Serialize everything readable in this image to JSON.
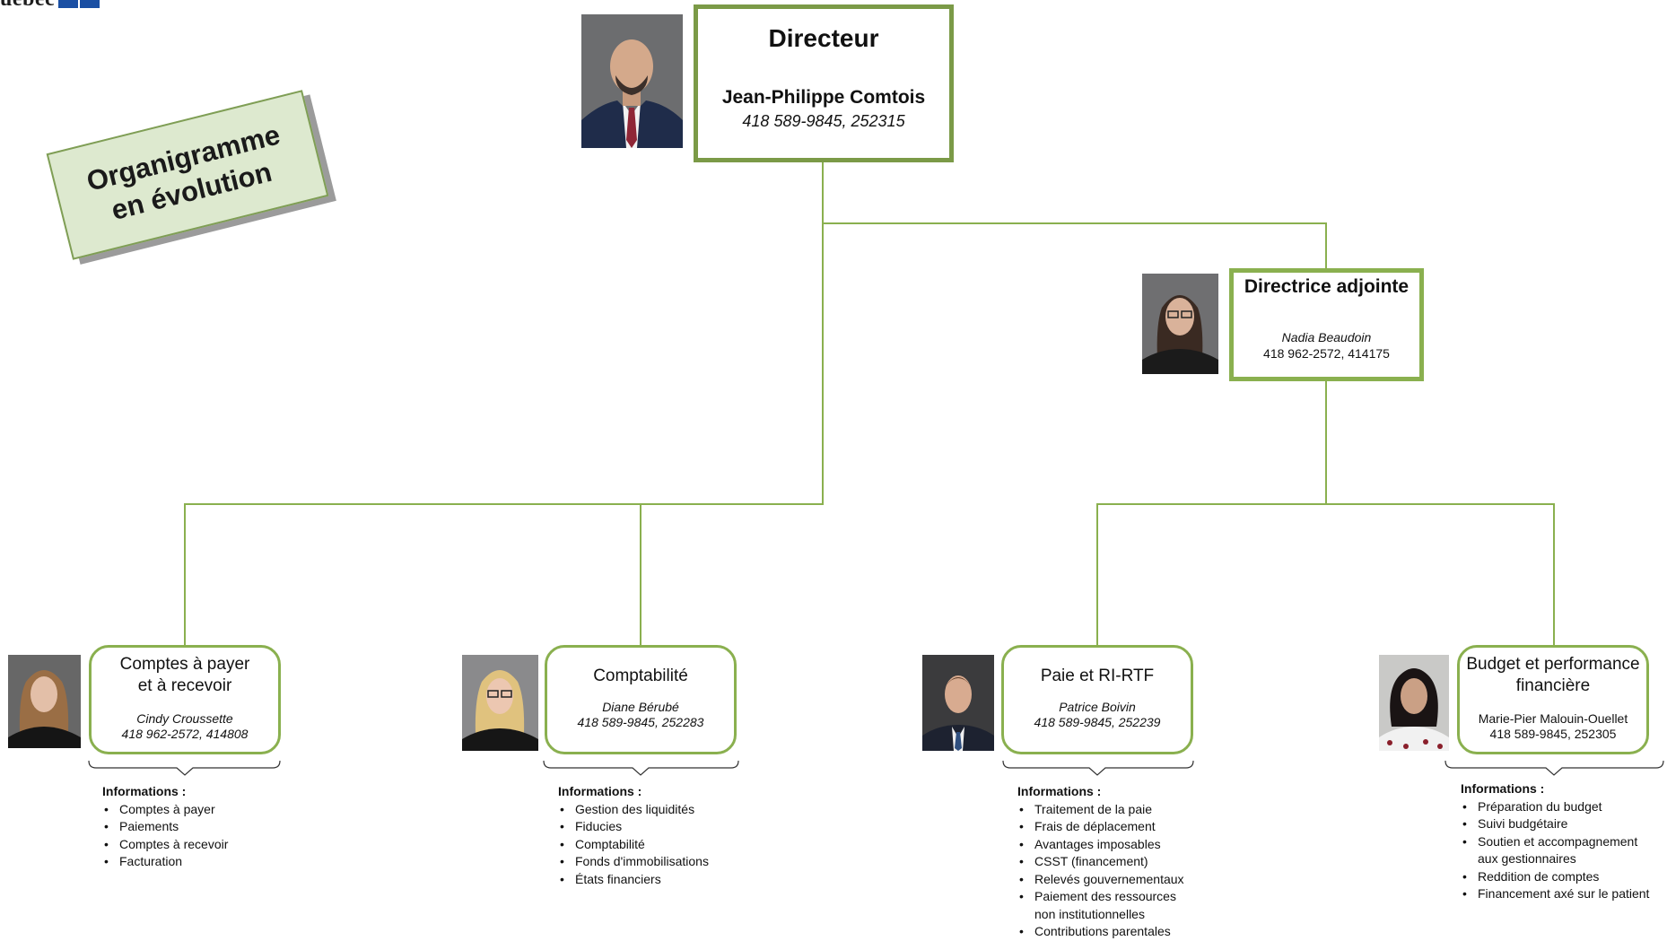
{
  "logo": {
    "text": "uébec",
    "flag_color": "#1a4fa3"
  },
  "stamp": {
    "line1": "Organigramme",
    "line2": "en évolution"
  },
  "colors": {
    "accent": "#8ab04f",
    "accent_dark": "#7b9a47",
    "stamp_bg": "#dde9cf"
  },
  "director": {
    "title": "Directeur",
    "name": "Jean-Philippe Comtois",
    "phone": "418 589-9845, 252315"
  },
  "deputy": {
    "title": "Directrice adjointe",
    "name": "Nadia Beaudoin",
    "phone": "418 962-2572, 414175"
  },
  "departments": [
    {
      "title_line1": "Comptes à payer",
      "title_line2": "et à recevoir",
      "name": "Cindy Croussette",
      "phone": "418 962-2572, 414808",
      "info_heading": "Informations :",
      "items": [
        "Comptes à payer",
        "Paiements",
        "Comptes à recevoir",
        "Facturation"
      ]
    },
    {
      "title_line1": "Comptabilité",
      "title_line2": "",
      "name": "Diane Bérubé",
      "phone": "418 589-9845, 252283",
      "info_heading": "Informations :",
      "items": [
        "Gestion des liquidités",
        "Fiducies",
        "Comptabilité",
        "Fonds d'immobilisations",
        "États financiers"
      ]
    },
    {
      "title_line1": "Paie et RI-RTF",
      "title_line2": "",
      "name": "Patrice Boivin",
      "phone": "418 589-9845, 252239",
      "info_heading": "Informations :",
      "items": [
        "Traitement de la paie",
        "Frais de déplacement",
        "Avantages imposables",
        "CSST (financement)",
        "Relevés gouvernementaux",
        "Paiement des ressources non institutionnelles",
        "Contributions parentales"
      ]
    },
    {
      "title_line1": "Budget et performance",
      "title_line2": "financière",
      "name": "Marie-Pier Malouin-Ouellet",
      "phone": "418 589-9845, 252305",
      "info_heading": "Informations :",
      "items": [
        "Préparation du budget",
        "Suivi budgétaire",
        "Soutien et accompagnement aux gestionnaires",
        "Reddition de comptes",
        "Financement axé sur le patient"
      ]
    }
  ]
}
